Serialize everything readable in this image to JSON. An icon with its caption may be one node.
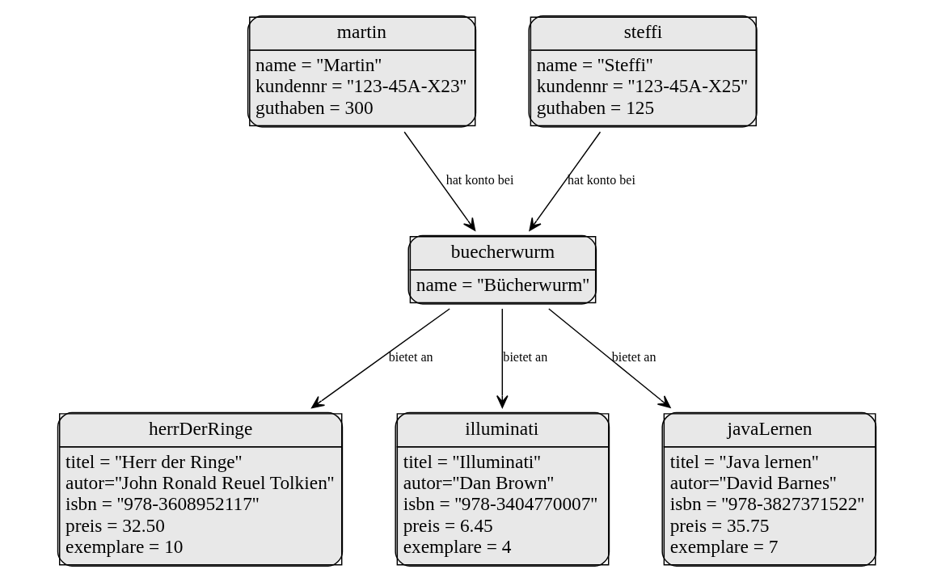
{
  "diagram": {
    "nodes": [
      {
        "text": [
          "martin",
          "name = ''Martin''",
          "kundennr = ''123-45A-X23''",
          "guthaben = 300"
        ]
      },
      {
        "text": [
          "steffi",
          "name = ''Steffi''",
          "kundennr = ''123-45A-X25''",
          "guthaben = 125"
        ]
      },
      {
        "text": [
          "buecherwurm",
          "name = ''Bücherwurm''"
        ]
      },
      {
        "text": [
          "herrDerRinge",
          "titel = ''Herr der Ringe''",
          "autor=''John Ronald Reuel Tolkien''",
          "isbn = ''978-3608952117''",
          "preis = 32.50",
          "exemplare = 10"
        ]
      },
      {
        "text": [
          "illuminati",
          "titel = ''Illuminati''",
          "autor=''Dan Brown''",
          "isbn = ''978-3404770007''",
          "preis = 6.45",
          "exemplare = 4"
        ]
      },
      {
        "text": [
          "javaLernen",
          "titel = ''Java lernen''",
          "autor=''David Barnes''",
          "isbn = ''978-3827371522''",
          "preis = 35.75",
          "exemplare = 7"
        ]
      }
    ],
    "edges": [
      {
        "from": 0,
        "to": 2,
        "arrow": "to",
        "label": "hat konto bei"
      },
      {
        "from": 1,
        "to": 2,
        "arrow": "to",
        "label": "hat konto bei"
      },
      {
        "from": 2,
        "to": 3,
        "arrow": "to",
        "label": "bietet an"
      },
      {
        "from": 2,
        "to": 4,
        "arrow": "to",
        "label": "bietet an"
      },
      {
        "from": 2,
        "to": 5,
        "arrow": "to",
        "label": "bietet an"
      }
    ]
  }
}
